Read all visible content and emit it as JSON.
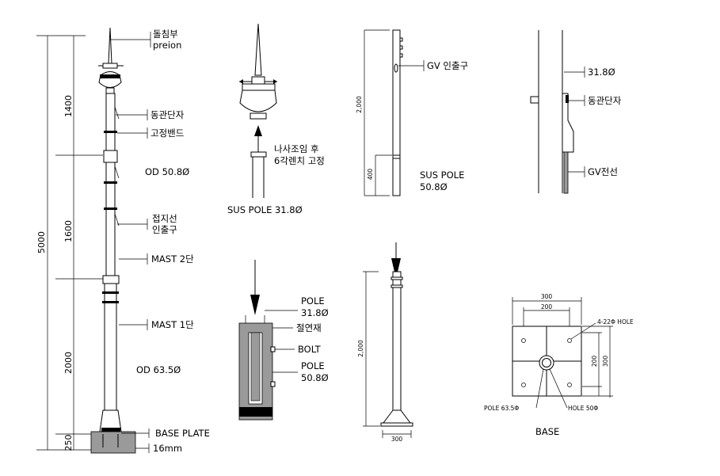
{
  "mast": {
    "top_label_1": "돌침부",
    "top_label_2": "preion",
    "conduit_terminal": "동관단자",
    "fixing_band": "고정밴드",
    "od_upper": "OD 50.8Ø",
    "ground_wire_1": "접지선",
    "ground_wire_2": "인출구",
    "mast_2": "MAST 2단",
    "mast_1": "MAST 1단",
    "od_lower": "OD 63.5Ø",
    "base_plate": "BASE PLATE",
    "plate_thickness": "16mm",
    "dim_total": "5000",
    "dim_1400": "1400",
    "dim_1600": "1600",
    "dim_2000": "2000",
    "dim_250": "250"
  },
  "head": {
    "note_1": "나사조임 후",
    "note_2": "6각렌치 고정",
    "pole": "SUS POLE 31.8Ø"
  },
  "sus_pole": {
    "gv_outlet": "GV 인출구",
    "dim_2000": "2,000",
    "dim_400": "400",
    "label_1": "SUS POLE",
    "label_2": "50.8Ø"
  },
  "detail": {
    "dia": "31.8Ø",
    "terminal": "동관단자",
    "gv_wire": "GV전선"
  },
  "joint": {
    "pole_1": "POLE",
    "pole_1_dia": "31.8Ø",
    "insulator": "절연재",
    "bolt": "BOLT",
    "pole_2": "POLE",
    "pole_2_dia": "50.8Ø"
  },
  "base_pole": {
    "dim_2000": "2,000",
    "dim_300": "300"
  },
  "base": {
    "dim_300_top": "300",
    "dim_200_top": "200",
    "hole_note": "4-22Φ HOLE",
    "dim_200_side": "200",
    "dim_300_side": "300",
    "pole_note": "POLE 63.5Φ",
    "center_hole": "HOLE 50Φ",
    "title": "BASE"
  }
}
